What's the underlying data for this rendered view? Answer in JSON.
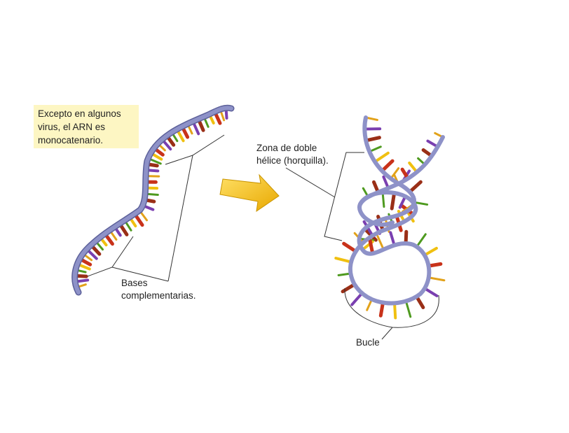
{
  "note": {
    "lines": [
      "Excepto en algunos",
      "virus, el ARN es",
      "monocatenario."
    ]
  },
  "labels": {
    "bases": [
      "Bases",
      "complementarias."
    ],
    "helix": [
      "Zona de doble",
      "hélice (horquilla)."
    ],
    "loop": "Bucle"
  },
  "colors": {
    "backbone": "#8e92c8",
    "backbone_dark": "#5d619a",
    "arrow": "#f4c20d",
    "arrow_dark": "#c99400",
    "base_colors": [
      "#e2a21a",
      "#7a3fb0",
      "#9a2f17",
      "#4e9a1f",
      "#f0c010",
      "#c8321a"
    ]
  }
}
